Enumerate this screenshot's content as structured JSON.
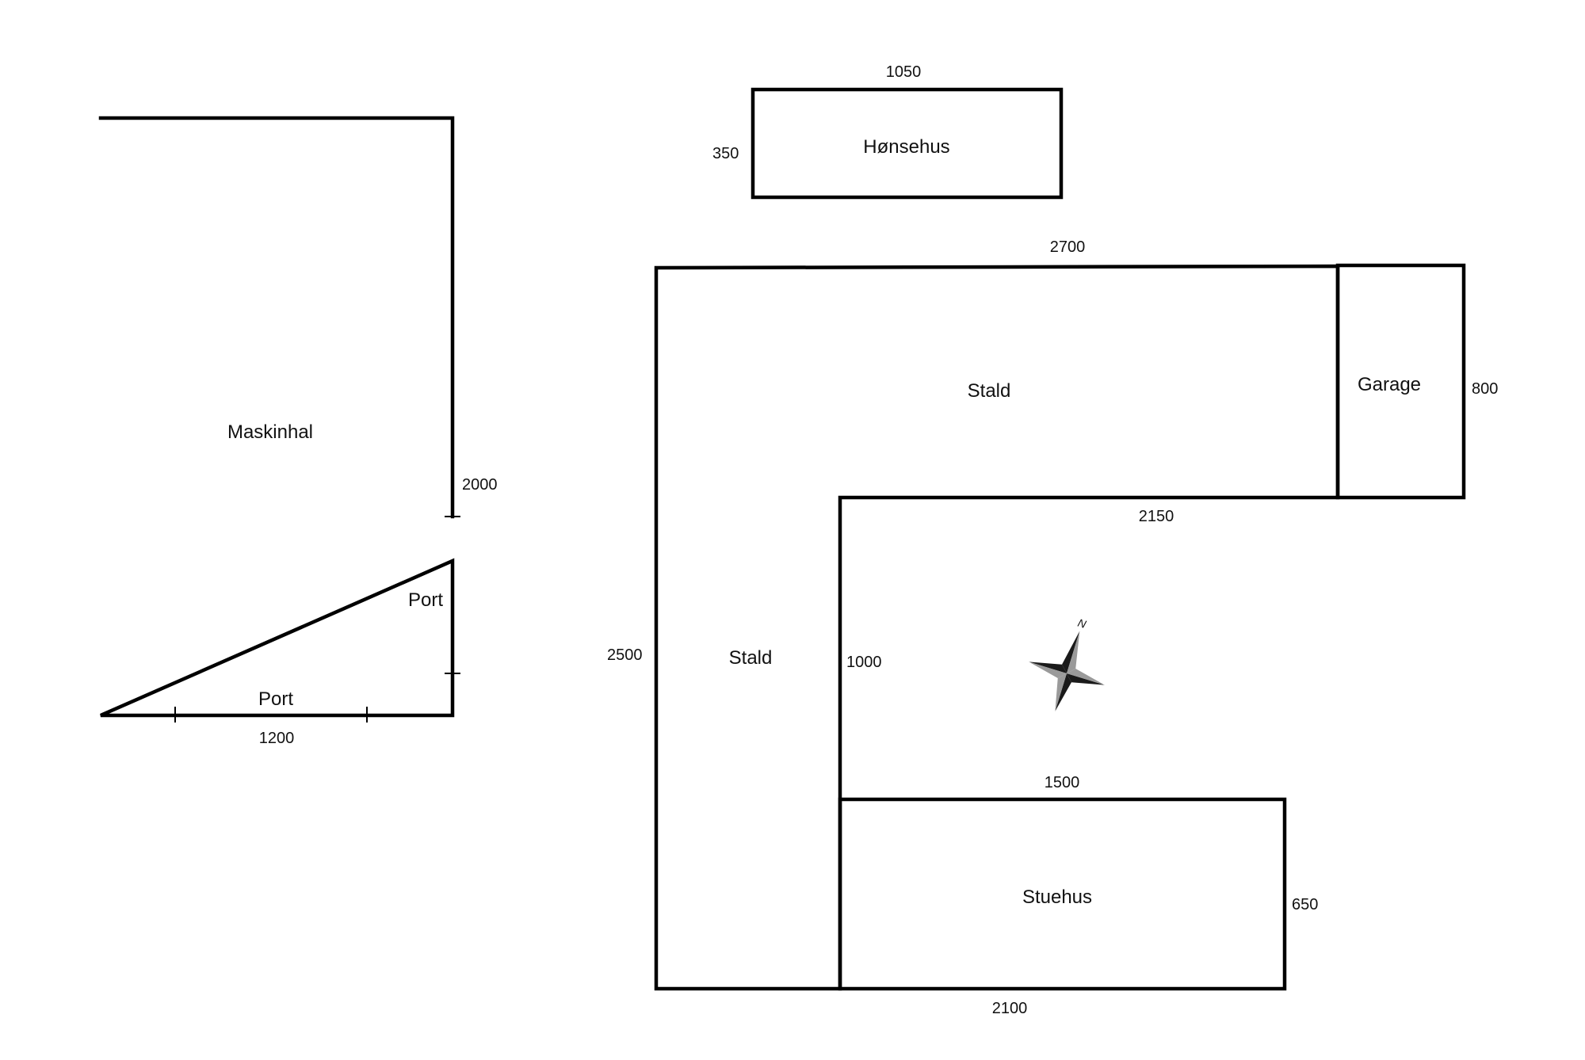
{
  "buildings": {
    "maskinhal": {
      "label": "Maskinhal",
      "height_dim": "2000",
      "width_dim": "1200",
      "side_port_label": "Port",
      "bottom_port_label": "Port"
    },
    "honsehus": {
      "label": "Hønsehus",
      "width_dim": "1050",
      "height_dim": "350"
    },
    "stald_north": {
      "label": "Stald",
      "top_dim": "2700",
      "inner_dim": "2150"
    },
    "stald_west": {
      "label": "Stald",
      "height_dim": "2500",
      "inner_dim": "1000"
    },
    "garage": {
      "label": "Garage",
      "height_dim": "800"
    },
    "stuehus": {
      "label": "Stuehus",
      "top_dim": "1500",
      "height_dim": "650",
      "bottom_dim": "2100"
    }
  },
  "compass": {
    "north_label": "N",
    "icon": "compass-rose-icon"
  },
  "colors": {
    "line": "#000000",
    "compass_dark": "#1a1a1a",
    "compass_light": "#9a9a9a"
  }
}
